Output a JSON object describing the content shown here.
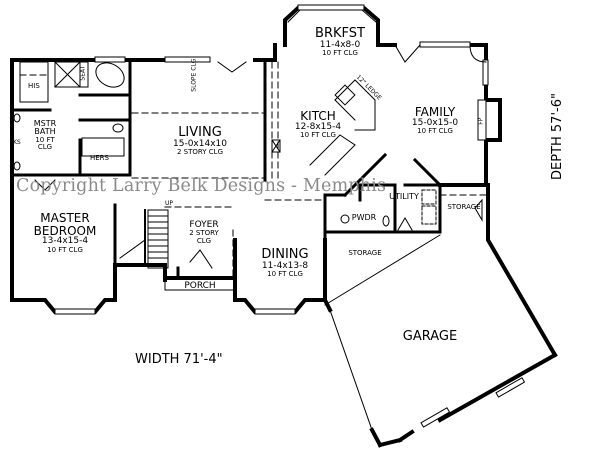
{
  "plan": {
    "type": "floor-plan",
    "watermark": "Copyright Larry Belk Designs - Memphis",
    "dimensions": {
      "width_label": "WIDTH  71'-4\"",
      "depth_label": "DEPTH  57'-6\""
    },
    "rooms": {
      "brkfst": {
        "name": "BRKFST",
        "size": "11-4x8-0",
        "ceiling": "10 FT CLG"
      },
      "kitch": {
        "name": "KITCH",
        "size": "12-8x15-4",
        "ceiling": "10 FT CLG"
      },
      "family": {
        "name": "FAMILY",
        "size": "15-0x15-0",
        "ceiling": "10 FT CLG"
      },
      "living": {
        "name": "LIVING",
        "size": "15-0x14x10",
        "ceiling": "2 STORY CLG"
      },
      "mstr_bath": {
        "name_line1": "MSTR",
        "name_line2": "BATH",
        "ceiling_line1": "10 FT",
        "ceiling_line2": "CLG"
      },
      "master_bedroom": {
        "name_line1": "MASTER",
        "name_line2": "BEDROOM",
        "size": "13-4x15-4",
        "ceiling": "10 FT CLG"
      },
      "foyer": {
        "name": "FOYER",
        "ceiling_line1": "2 STORY",
        "ceiling_line2": "CLG"
      },
      "dining": {
        "name": "DINING",
        "size": "11-4x13-8",
        "ceiling": "10 FT CLG"
      },
      "porch": {
        "name": "PORCH"
      },
      "pwdr": {
        "name": "PWDR"
      },
      "utility": {
        "name": "UTILITY"
      },
      "storage_right": {
        "name": "STORAGE"
      },
      "storage_garage": {
        "name": "STORAGE"
      },
      "garage": {
        "name": "GARAGE"
      }
    },
    "fixtures": {
      "his": "HIS",
      "hers": "HERS",
      "seat": "SEAT",
      "ks": "KS",
      "fp": "FP",
      "up": "UP",
      "slope_line1": "SLOPE",
      "slope_line2": "CLG",
      "ledge": "12\" LEDGE"
    }
  }
}
